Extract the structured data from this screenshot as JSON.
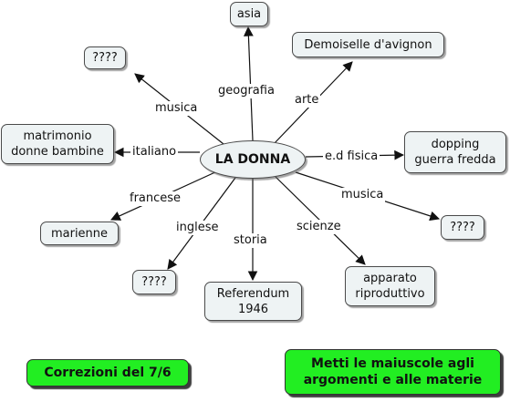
{
  "center": "LA DONNA",
  "nodes": {
    "asia": "asia",
    "demoiselle": "Demoiselle d'avignon",
    "qmark_top": "????",
    "matrimonio": "matrimonio\ndonne bambine",
    "dopping": "dopping\nguerra fredda",
    "marienne": "marienne",
    "qmark_right": "????",
    "qmark_bottom": "????",
    "referendum": "Referendum\n1946",
    "apparato": "apparato\nriproduttivo"
  },
  "links": {
    "geografia": "geografia",
    "arte": "arte",
    "musica_top": "musica",
    "italiano": "italiano",
    "ed_fisica": "e.d fisica",
    "francese": "francese",
    "musica_right": "musica",
    "inglese": "inglese",
    "storia": "storia",
    "scienze": "scienze"
  },
  "notes": {
    "correzioni": "Correzioni del 7/6",
    "maiuscole": "Metti le maiuscole agli\nargomenti e alle materie"
  },
  "colors": {
    "node_fill": "#eef3f4",
    "note_fill": "#22ee22",
    "line": "#111111"
  }
}
